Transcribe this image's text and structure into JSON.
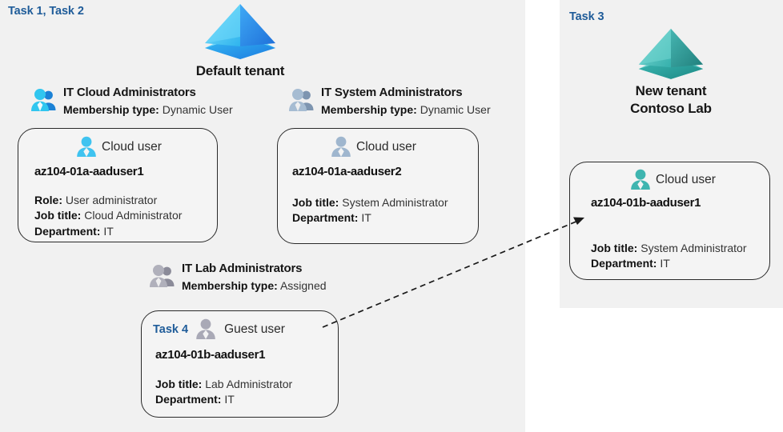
{
  "panels": {
    "left": {
      "task_label": "Task 1, Task 2"
    },
    "right": {
      "task_label": "Task 3"
    }
  },
  "tenants": [
    {
      "id": "default-tenant",
      "name_line1": "Default tenant",
      "name_line2": "",
      "icon": "azure-ad-tenant-icon",
      "color": "#2aa9e0"
    },
    {
      "id": "new-tenant",
      "name_line1": "New  tenant",
      "name_line2": "Contoso Lab",
      "icon": "azure-ad-tenant-icon",
      "color": "#3fb5b0"
    }
  ],
  "groups": [
    {
      "id": "it-cloud-administrators",
      "title": "IT Cloud Administrators",
      "meta_label": "Membership type:",
      "meta_value": "Dynamic User",
      "icon": "group-users-icon",
      "color": "#29b6e8"
    },
    {
      "id": "it-system-administrators",
      "title": "IT System Administrators",
      "meta_label": "Membership type:",
      "meta_value": "Dynamic User",
      "icon": "group-users-icon",
      "color": "#9fb6ce"
    },
    {
      "id": "it-lab-administrators",
      "title": "IT Lab Administrators",
      "meta_label": "Membership type:",
      "meta_value": "Assigned",
      "icon": "group-users-icon",
      "color": "#a8a8b4"
    }
  ],
  "cards": [
    {
      "id": "card-aaduser1-cloud",
      "task_tag": "",
      "user_type": "Cloud user",
      "user_icon": "cloud-user-icon",
      "icon_color": "#3fc3f0",
      "username": "az104-01a-aaduser1",
      "props": [
        {
          "label": "Role:",
          "value": "User administrator"
        },
        {
          "label": "Job title:",
          "value": "Cloud Administrator"
        },
        {
          "label": "Department:",
          "value": "IT"
        }
      ]
    },
    {
      "id": "card-aaduser2-cloud",
      "task_tag": "",
      "user_type": "Cloud user",
      "user_icon": "cloud-user-icon",
      "icon_color": "#9fb6ce",
      "username": "az104-01a-aaduser2",
      "props": [
        {
          "label": "Job title:",
          "value": "System Administrator"
        },
        {
          "label": "Department:",
          "value": "IT"
        }
      ]
    },
    {
      "id": "card-aaduser1b-guest",
      "task_tag": "Task 4",
      "user_type": "Guest user",
      "user_icon": "guest-user-icon",
      "icon_color": "#a9a9b6",
      "username": "az104-01b-aaduser1",
      "props": [
        {
          "label": "Job title:",
          "value": "Lab Administrator"
        },
        {
          "label": "Department:",
          "value": "IT"
        }
      ]
    },
    {
      "id": "card-aaduser1b-cloud",
      "task_tag": "",
      "user_type": "Cloud user",
      "user_icon": "cloud-user-icon",
      "icon_color": "#3fb5b0",
      "username": "az104-01b-aaduser1",
      "props": [
        {
          "label": "Job title:",
          "value": "System Administrator"
        },
        {
          "label": "Department:",
          "value": "IT"
        }
      ]
    }
  ],
  "connector": {
    "id": "guest-to-cloud-user-arrow",
    "style": "dashed-arrow",
    "color": "#1a1a1a"
  }
}
